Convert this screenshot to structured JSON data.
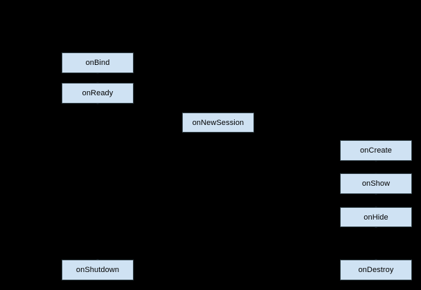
{
  "diagram": {
    "description": "Service/session lifecycle flowchart on black background",
    "colors": {
      "background": "#000000",
      "node_fill": "#cfe2f3",
      "node_border": "#37474f",
      "node_text": "#000000",
      "connector": "#000000"
    },
    "nodes": {
      "onBind": {
        "label": "onBind"
      },
      "onReady": {
        "label": "onReady"
      },
      "onNewSession": {
        "label": "onNewSession"
      },
      "onCreate": {
        "label": "onCreate"
      },
      "onShow": {
        "label": "onShow"
      },
      "onHide": {
        "label": "onHide"
      },
      "onShutdown": {
        "label": "onShutdown"
      },
      "onDestroy": {
        "label": "onDestroy"
      }
    },
    "connections": [
      {
        "from": "onBind",
        "to": "onReady"
      },
      {
        "from": "onReady",
        "to": "onNewSession"
      },
      {
        "from": "onReady",
        "to": "onShutdown"
      },
      {
        "from": "onNewSession",
        "to": "onCreate"
      },
      {
        "from": "onCreate",
        "to": "onShow"
      },
      {
        "from": "onShow",
        "to": "onHide"
      },
      {
        "from": "onHide",
        "to": "onDestroy"
      }
    ]
  }
}
